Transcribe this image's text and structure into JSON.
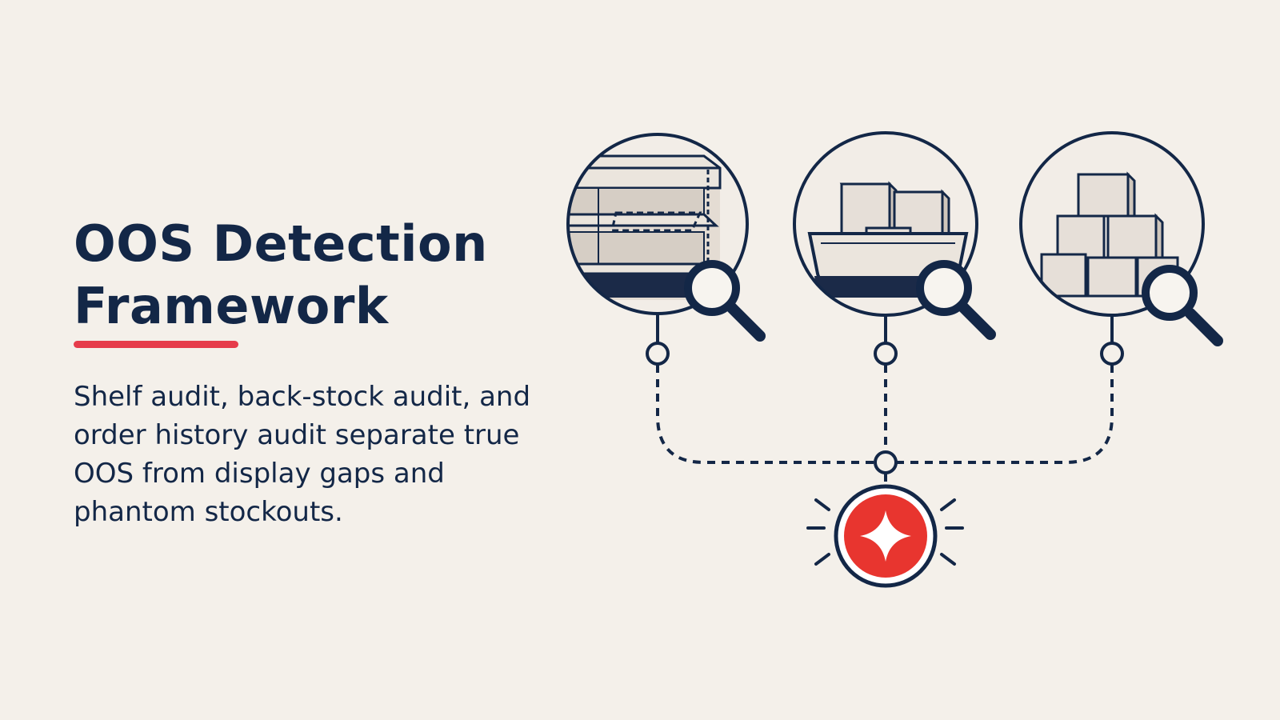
{
  "slide": {
    "title_lines": [
      "OOS Detection",
      "Framework"
    ],
    "description_lines": [
      "Shelf audit, back-stock audit, and",
      "order history audit separate true",
      "OOS from display gaps and",
      "phantom stockouts."
    ]
  },
  "diagram": {
    "nodes": [
      {
        "name": "shelf-audit",
        "icon": "empty-shelf-icon"
      },
      {
        "name": "back-stock-audit",
        "icon": "storage-bin-boxes-icon"
      },
      {
        "name": "order-history-audit",
        "icon": "stacked-boxes-icon"
      }
    ],
    "result_icon": "alert-star-icon"
  },
  "colors": {
    "background": "#f4f0ea",
    "navy": "#132747",
    "accent_red": "#e63c4b",
    "alert_red": "#e8352f",
    "box_fill": "#e6dfd8"
  }
}
